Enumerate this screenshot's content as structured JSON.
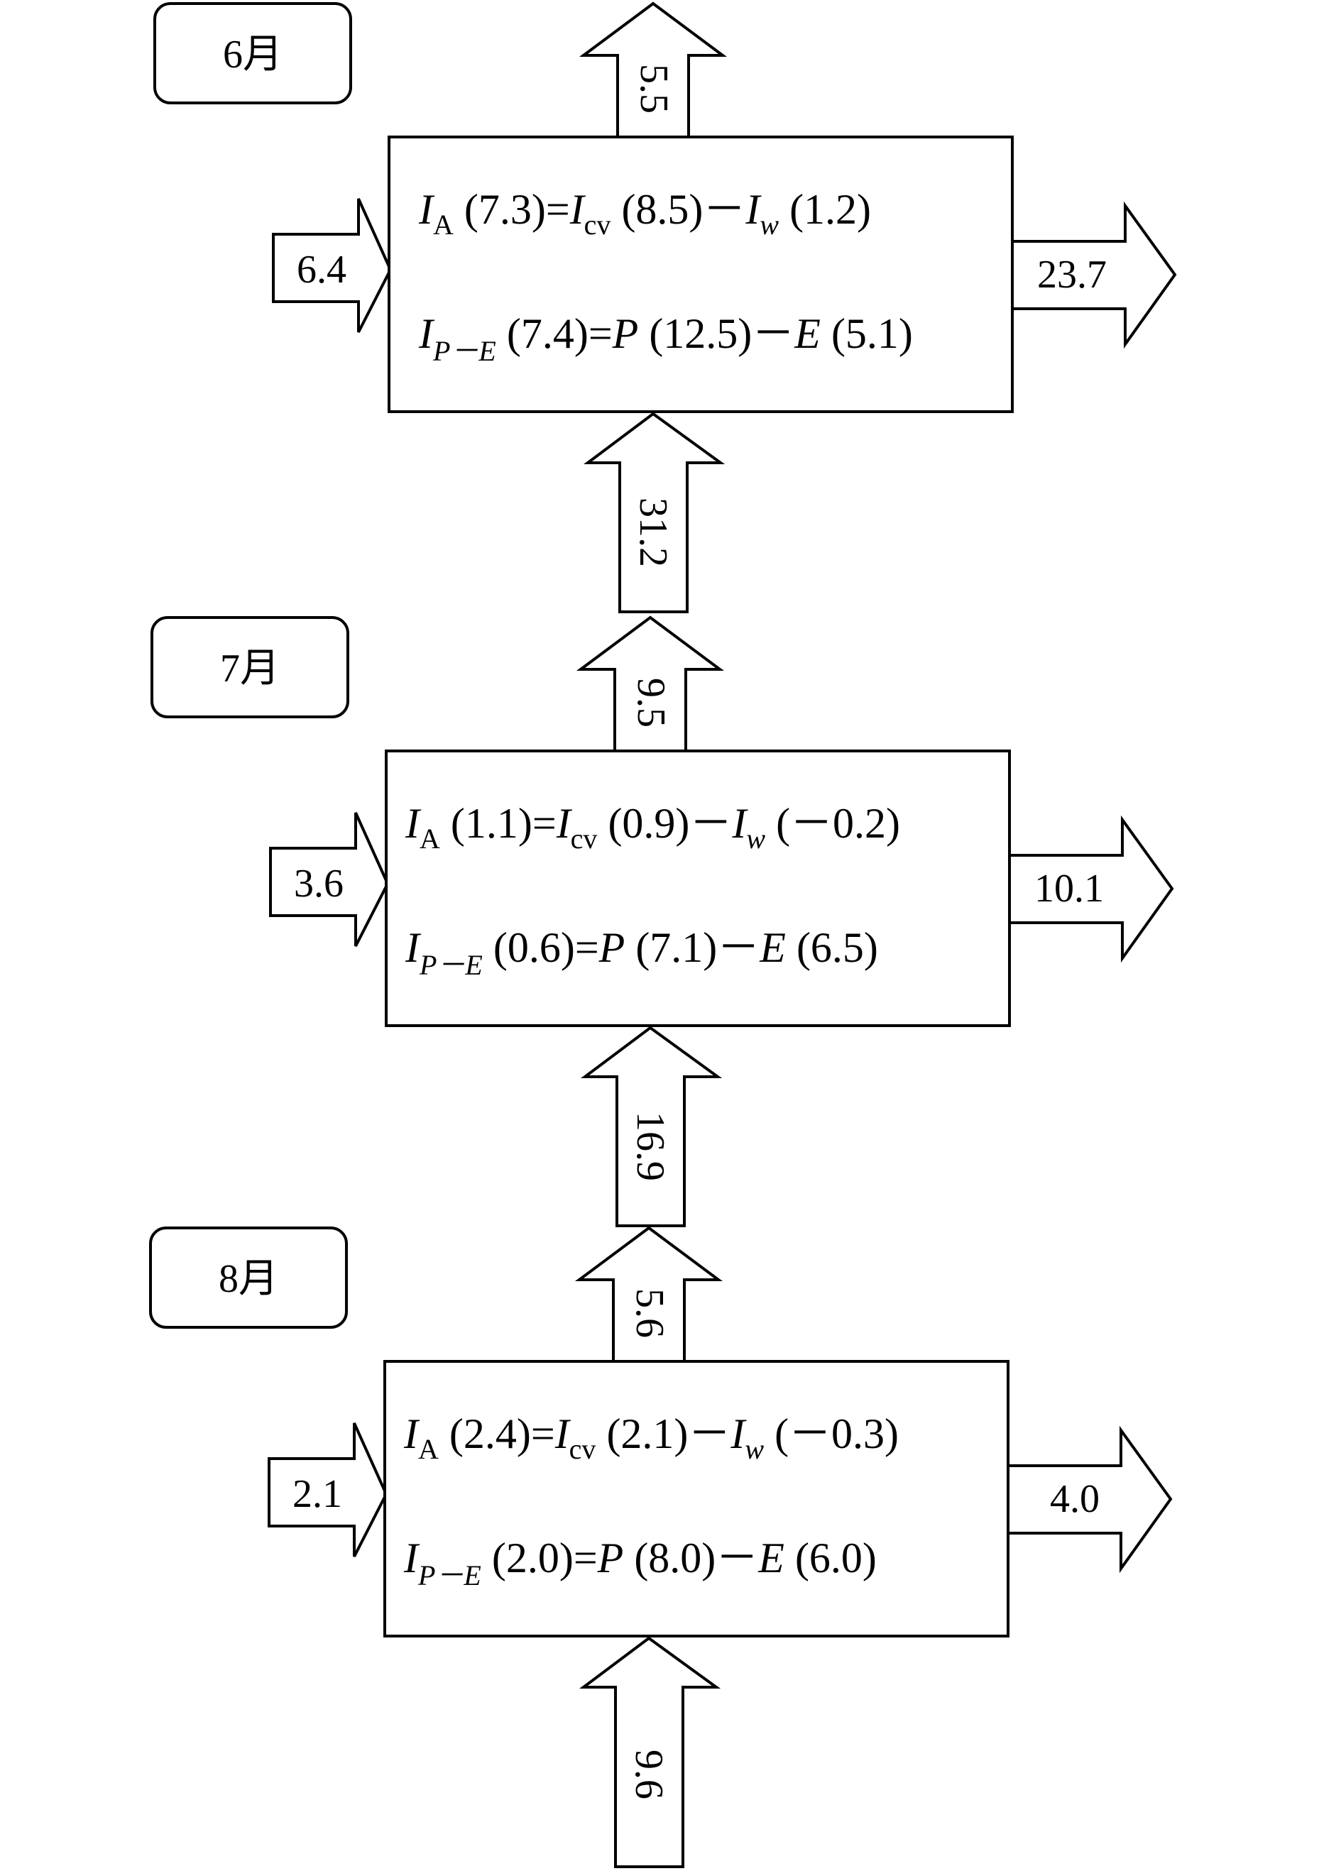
{
  "panels": [
    {
      "month_label": "6月",
      "flows": {
        "top_out": "5.5",
        "left_in": "6.4",
        "right_out": "23.7",
        "bottom_in": "31.2"
      },
      "eq1": {
        "lhs_sym": "I",
        "lhs_sub": "A",
        "lhs_val": " (7.3)=",
        "t1_sym": "I",
        "t1_sub": "cv",
        "t1_val": " (8.5)－",
        "t2_sym": "I",
        "t2_sub": "w",
        "t2_val": " (1.2)"
      },
      "eq2": {
        "lhs_sym": "I",
        "lhs_sub": "P－E",
        "lhs_val": " (7.4)=",
        "t1_sym": "P",
        "t1_val": " (12.5)－",
        "t2_sym": "E",
        "t2_val": " (5.1)"
      }
    },
    {
      "month_label": "7月",
      "flows": {
        "top_out": "9.5",
        "left_in": "3.6",
        "right_out": "10.1",
        "bottom_in": "16.9"
      },
      "eq1": {
        "lhs_sym": "I",
        "lhs_sub": "A",
        "lhs_val": " (1.1)=",
        "t1_sym": "I",
        "t1_sub": "cv",
        "t1_val": " (0.9)－",
        "t2_sym": "I",
        "t2_sub": "w",
        "t2_val": " (－0.2)"
      },
      "eq2": {
        "lhs_sym": "I",
        "lhs_sub": "P－E",
        "lhs_val": " (0.6)=",
        "t1_sym": "P",
        "t1_val": " (7.1)－",
        "t2_sym": "E",
        "t2_val": " (6.5)"
      }
    },
    {
      "month_label": "8月",
      "flows": {
        "top_out": "5.6",
        "left_in": "2.1",
        "right_out": "4.0",
        "bottom_in": "9.6"
      },
      "eq1": {
        "lhs_sym": "I",
        "lhs_sub": "A",
        "lhs_val": " (2.4)=",
        "t1_sym": "I",
        "t1_sub": "cv",
        "t1_val": " (2.1)－",
        "t2_sym": "I",
        "t2_sub": "w",
        "t2_val": " (－0.3)"
      },
      "eq2": {
        "lhs_sym": "I",
        "lhs_sub": "P－E",
        "lhs_val": " (2.0)=",
        "t1_sym": "P",
        "t1_val": " (8.0)－",
        "t2_sym": "E",
        "t2_val": " (6.0)"
      }
    }
  ]
}
